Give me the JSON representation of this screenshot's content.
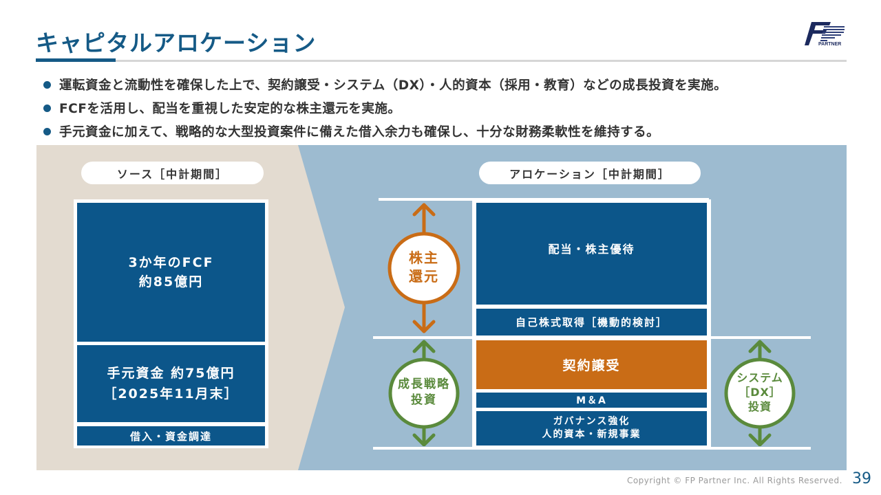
{
  "header": {
    "title": "キャピタルアロケーション",
    "logo_text": "FP PARTNER"
  },
  "bullets": [
    "運転資金と流動性を確保した上で、契約譲受・システム（DX）・人的資本（採用・教育）などの成長投資を実施。",
    "FCFを活用し、配当を重視した安定的な株主還元を実施。",
    "手元資金に加えて、戦略的な大型投資案件に備えた借入余力も確保し、十分な財務柔軟性を維持する。"
  ],
  "source": {
    "label": "ソース［中計期間］",
    "fcf_line1": "3か年のFCF",
    "fcf_line2": "約85億円",
    "cash_line1": "手元資金 約75億円",
    "cash_line2": "［2025年11月末］",
    "borrowing": "借入・資金調達"
  },
  "allocation": {
    "label": "アロケーション［中計期間］",
    "dividend": "配当・株主優待",
    "buyback": "自己株式取得［機動的検討］",
    "contract_transfer": "契約譲受",
    "ma": "M＆A",
    "other_line1": "ガバナンス強化",
    "other_line2": "人的資本・新規事業",
    "shareholder_return_line1": "株主",
    "shareholder_return_line2": "還元",
    "growth_line1": "成長戦略",
    "growth_line2": "投資",
    "system_line1": "システム",
    "system_line2": "［DX］",
    "system_line3": "投資"
  },
  "footer": {
    "copyright": "Copyright © FP Partner Inc. All Rights Reserved.",
    "page_number": "39"
  },
  "colors": {
    "primary_blue": "#0c568a",
    "title_blue": "#155a86",
    "orange": "#c96c16",
    "green": "#5a8a3c",
    "beige": "#e3dbd0",
    "panel_blue": "#9dbbd0"
  }
}
